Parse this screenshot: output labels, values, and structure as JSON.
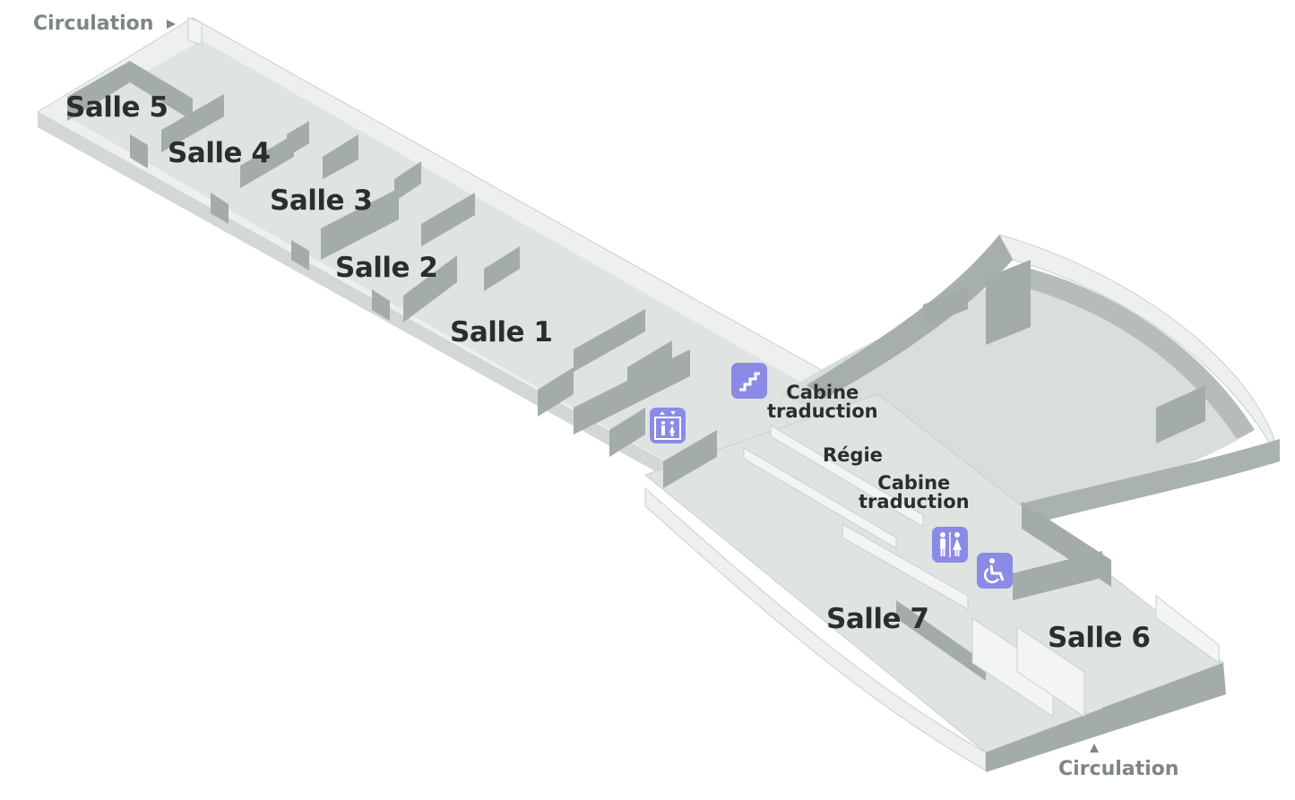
{
  "labels": {
    "circulation_top": "Circulation",
    "circulation_bottom": "Circulation",
    "salle_1": "Salle 1",
    "salle_2": "Salle 2",
    "salle_3": "Salle 3",
    "salle_4": "Salle 4",
    "salle_5": "Salle 5",
    "salle_6": "Salle 6",
    "salle_7": "Salle 7",
    "cabine_1_line1": "Cabine",
    "cabine_1_line2": "traduction",
    "regie": "Régie",
    "cabine_2_line1": "Cabine",
    "cabine_2_line2": "traduction"
  },
  "icons": [
    "stairs-icon",
    "elevator-icon",
    "restroom-icon",
    "wheelchair-icon"
  ],
  "colors": {
    "floor": "#dfe3e2",
    "wall_top": "#f1f3f3",
    "wall_shadow": "#a4acab",
    "icon_bg": "#8b8ae6",
    "label": "#2a2e2e",
    "circulation": "#7d8686"
  }
}
